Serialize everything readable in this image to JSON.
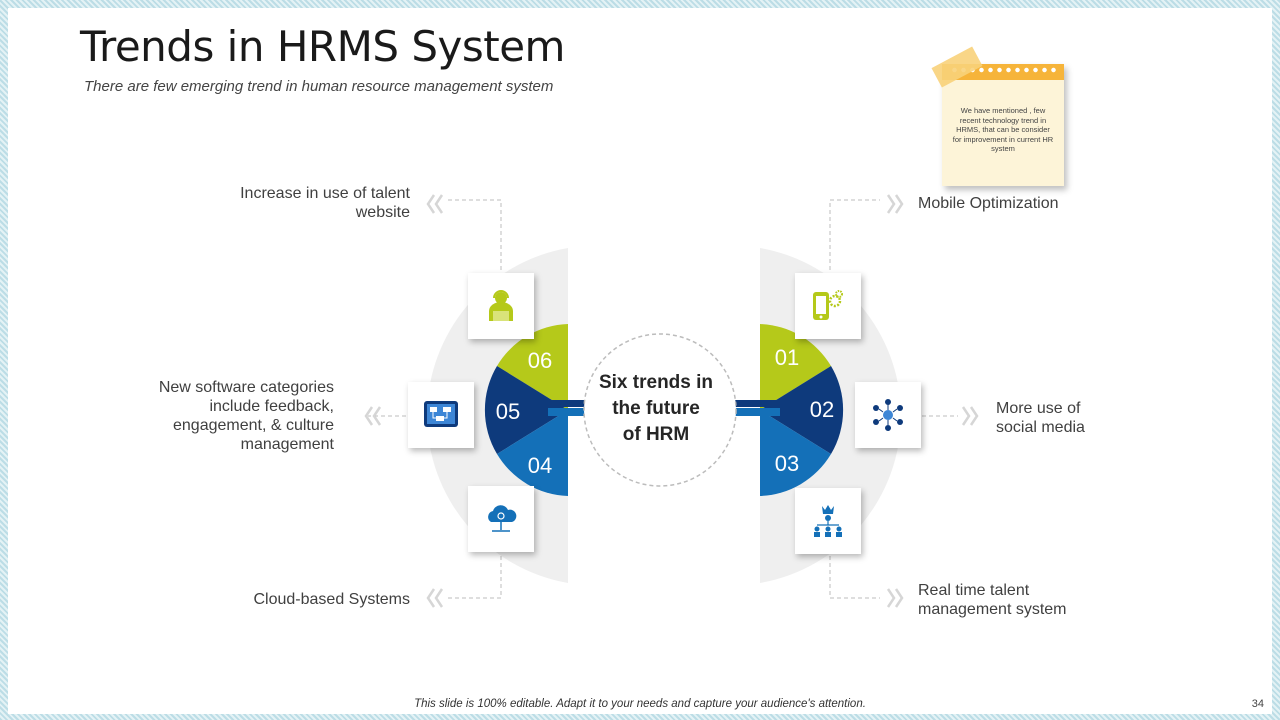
{
  "header": {
    "title": "Trends in HRMS System",
    "subtitle": "There are few emerging trend in human resource management system"
  },
  "note": {
    "text": "We have mentioned , few recent technology trend in HRMS, that can be consider for improvement in current HR system"
  },
  "center": {
    "line1": "Six trends in",
    "line2": "the future",
    "line3": "of HRM"
  },
  "trends": [
    {
      "number": "01",
      "label": "Mobile Optimization",
      "icon": "mobile-gear-icon"
    },
    {
      "number": "02",
      "label_line1": "More use of",
      "label_line2": "social media",
      "icon": "social-network-icon"
    },
    {
      "number": "03",
      "label_line1": "Real time talent",
      "label_line2": "management system",
      "icon": "talent-hierarchy-icon"
    },
    {
      "number": "04",
      "label": "Cloud-based Systems",
      "icon": "cloud-icon"
    },
    {
      "number": "05",
      "label_line1": "New software categories",
      "label_line2": "include feedback,",
      "label_line3": "engagement, & culture",
      "label_line4": "management",
      "icon": "software-dashboard-icon"
    },
    {
      "number": "06",
      "label_line1": "Increase in use of talent",
      "label_line2": "website",
      "icon": "operator-icon"
    }
  ],
  "colors": {
    "lime": "#b5c91a",
    "navy": "#0e3a7c",
    "blue": "#1470b8",
    "gray": "#ececec"
  },
  "footer": {
    "text": "This slide is 100% editable. Adapt it to your needs and capture your audience's attention.",
    "page": "34"
  }
}
